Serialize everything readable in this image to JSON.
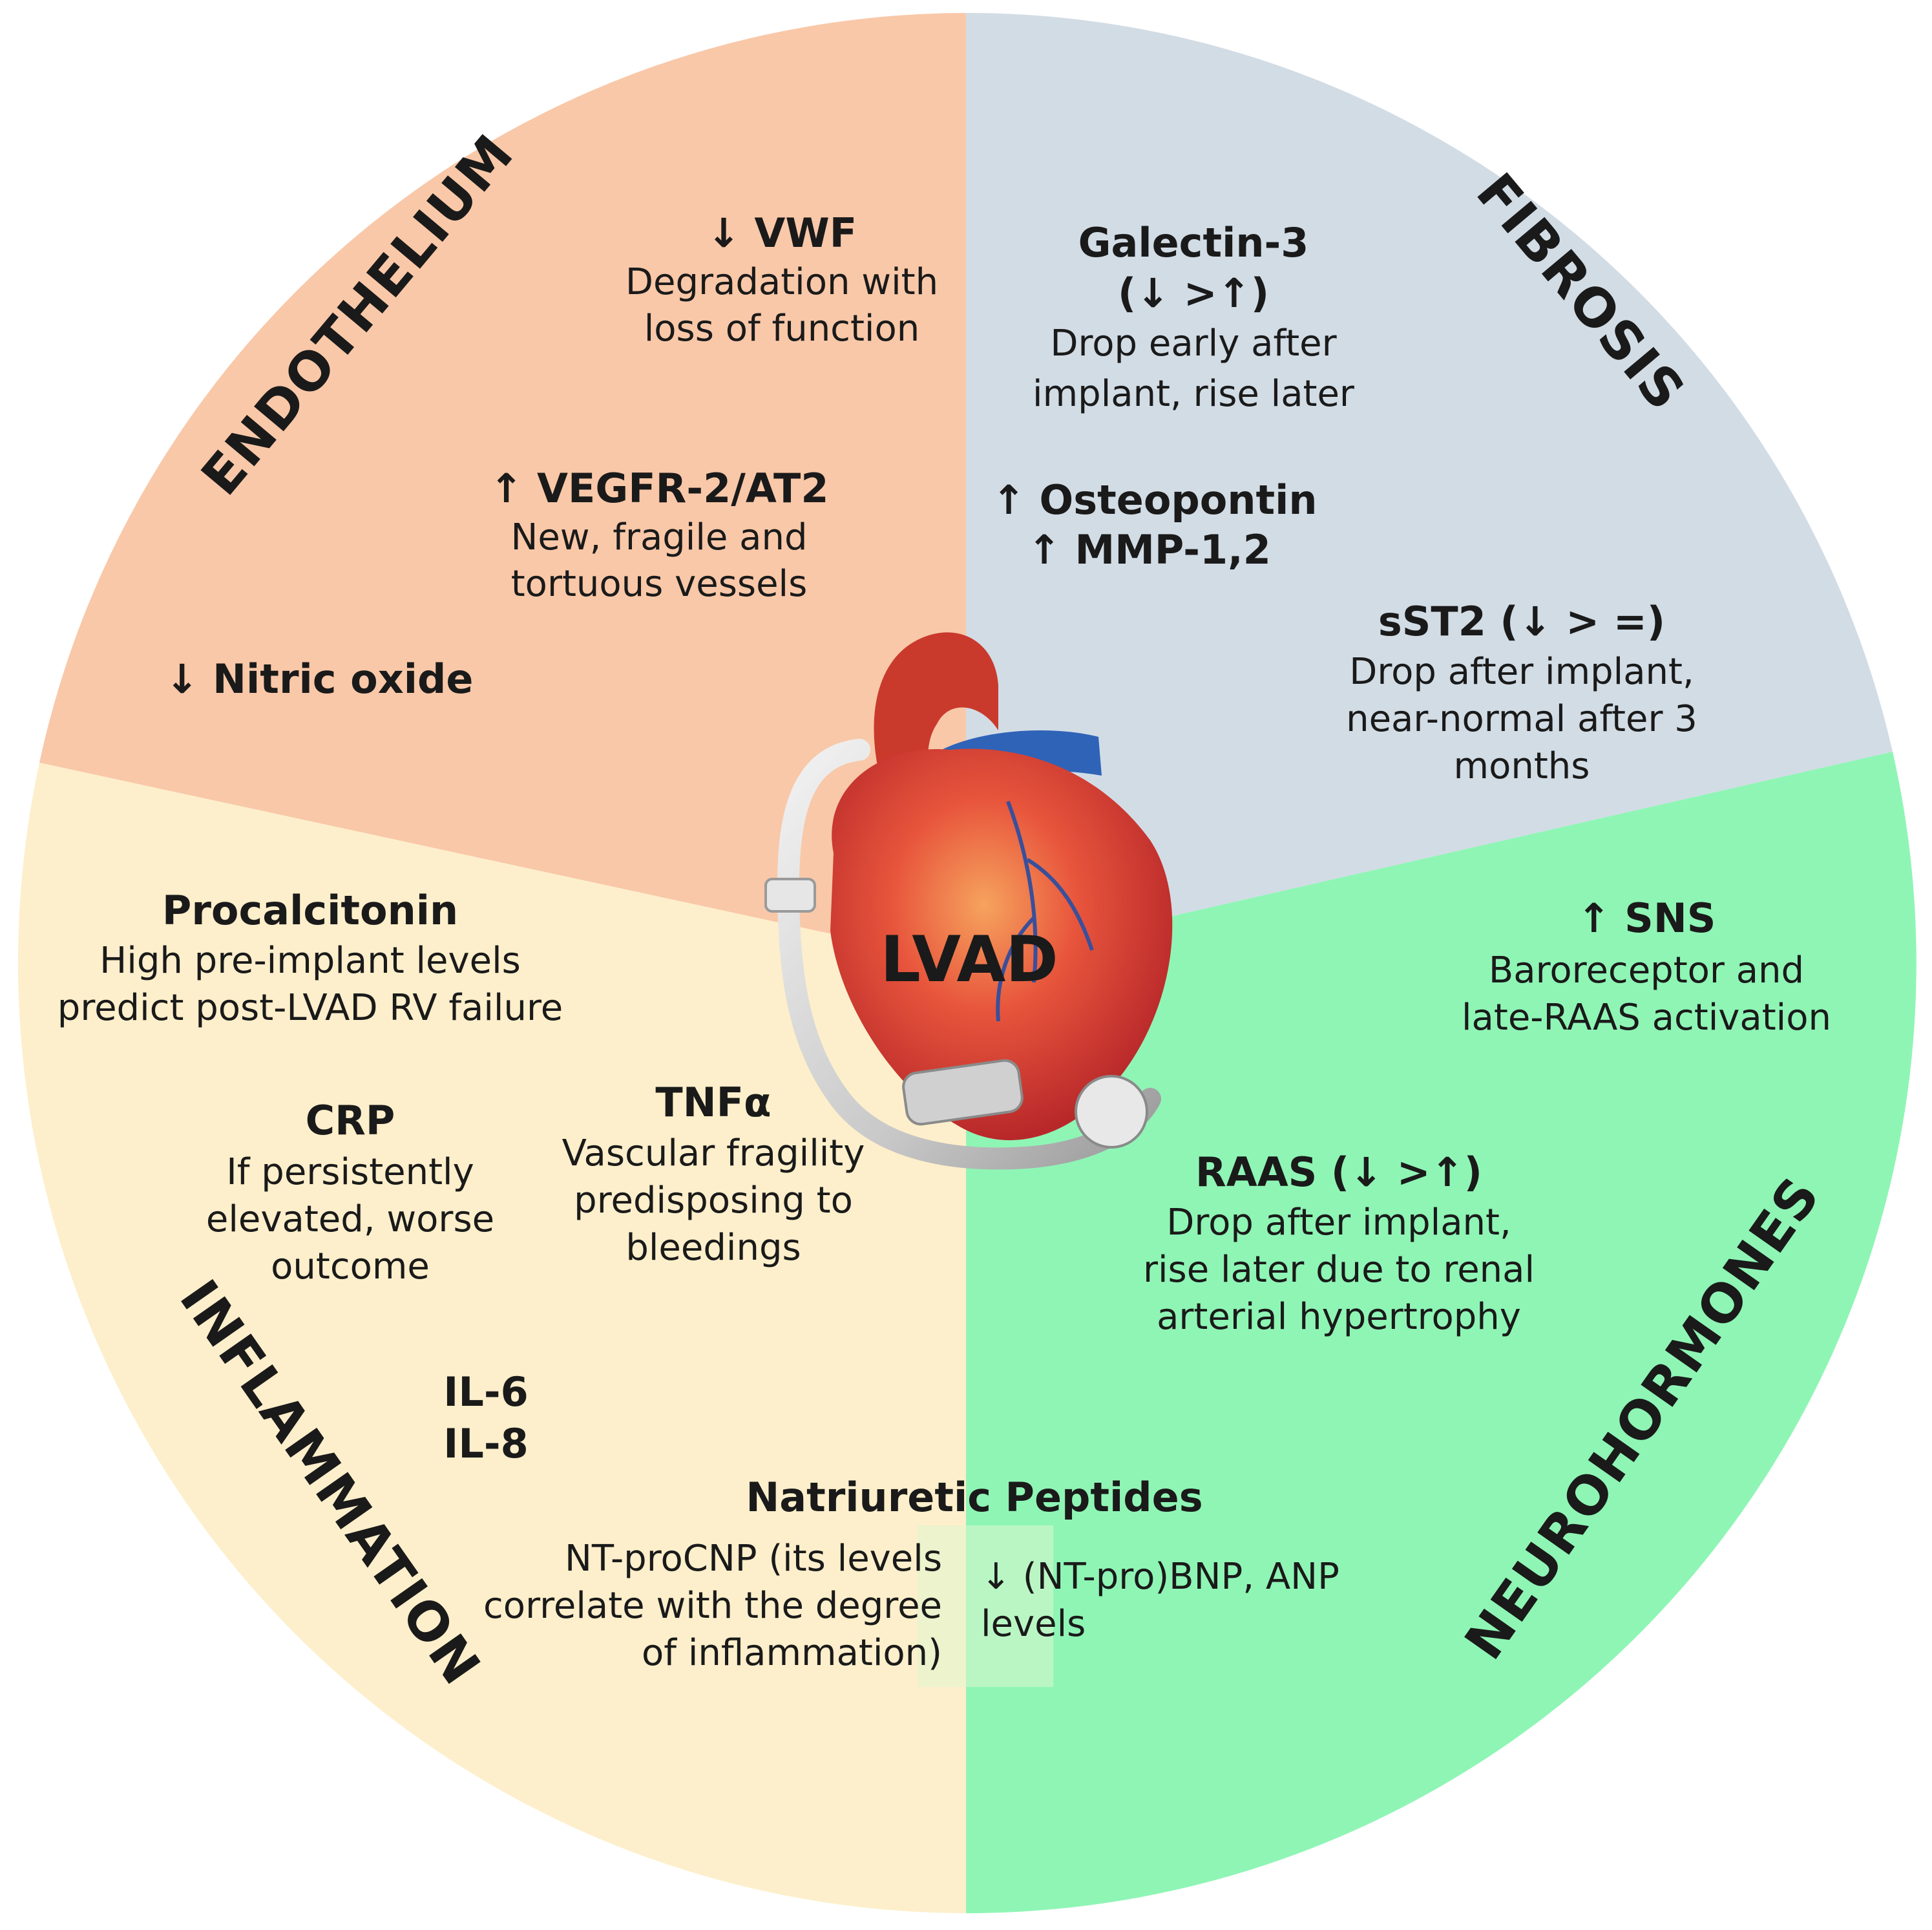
{
  "center_label": "LVAD",
  "colors": {
    "endothelium": "#f9c8a8",
    "fibrosis": "#d2dce5",
    "neurohormones": "#8ff5b5",
    "inflammation": "#fdefcb",
    "text": "#1a1a1a"
  },
  "sections": {
    "endothelium": {
      "title": "ENDOTHELIUM",
      "vwf": {
        "head": "↓ VWF",
        "lines": [
          "Degradation with",
          "loss of function"
        ]
      },
      "vegfr": {
        "head": "↑ VEGFR-2/AT2",
        "lines": [
          "New, fragile and",
          "tortuous vessels"
        ]
      },
      "nitric": {
        "head": "↓ Nitric oxide"
      }
    },
    "fibrosis": {
      "title": "FIBROSIS",
      "galectin": {
        "head": "Galectin-3",
        "head2": "(↓ >↑)",
        "lines": [
          "Drop early after",
          "implant, rise later"
        ]
      },
      "osteopontin": {
        "line1": "↑ Osteopontin",
        "line2": "↑ MMP-1,2"
      },
      "sst2": {
        "head": "sST2 (↓ > =)",
        "lines": [
          "Drop after implant,",
          "near-normal after 3",
          "months"
        ]
      }
    },
    "neurohormones": {
      "title": "NEUROHORMONES",
      "sns": {
        "head": "↑ SNS",
        "lines": [
          "Baroreceptor and",
          "late-RAAS activation"
        ]
      },
      "raas": {
        "head": "RAAS (↓ >↑)",
        "lines": [
          "Drop after implant,",
          "rise later due to renal",
          "arterial hypertrophy"
        ]
      }
    },
    "inflammation": {
      "title": "INFLAMMATION",
      "procalcitonin": {
        "head": "Procalcitonin",
        "lines": [
          "High pre-implant levels",
          "predict post-LVAD RV failure"
        ]
      },
      "crp": {
        "head": "CRP",
        "lines": [
          "If persistently",
          "elevated, worse",
          "outcome"
        ]
      },
      "tnf": {
        "head": "TNFα",
        "lines": [
          "Vascular fragility",
          "predisposing to",
          "bleedings"
        ]
      },
      "il": {
        "line1": "IL-6",
        "line2": "IL-8"
      }
    }
  },
  "natriuretic": {
    "head": "Natriuretic Peptides",
    "left_lines": [
      "NT-proCNP (its levels",
      "correlate with the degree",
      "of inflammation)"
    ],
    "right_lines": [
      "↓ (NT-pro)BNP, ANP",
      "levels"
    ]
  }
}
